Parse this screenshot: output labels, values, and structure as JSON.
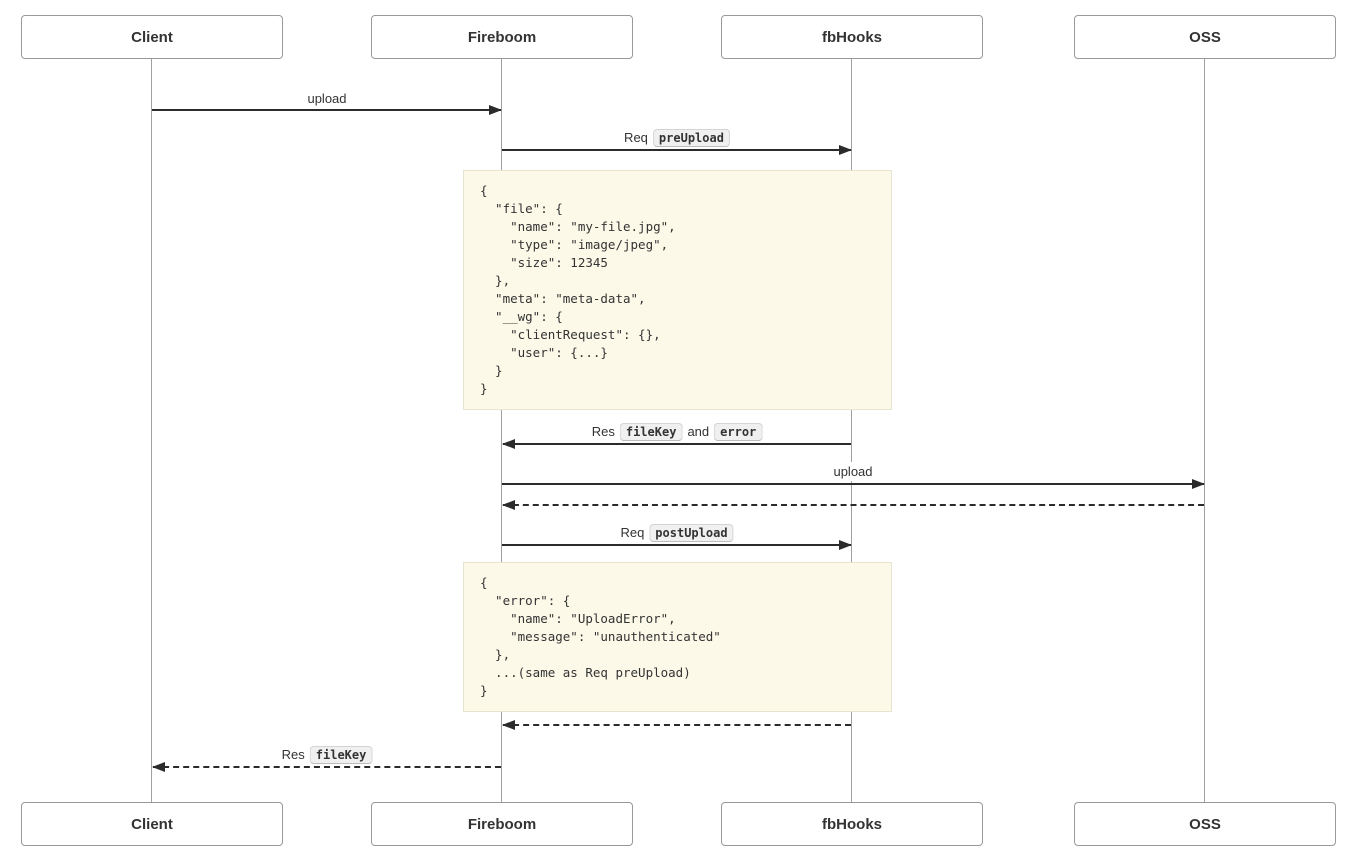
{
  "palette": {
    "background": "#ffffff",
    "actor_fill": "#ffffff",
    "actor_border": "#999999",
    "actor_text": "#333333",
    "lifeline_color": "#a0a0a0",
    "message_line_color": "#2b2b2b",
    "label_text_color": "#333333",
    "note_fill": "#fcf9e8",
    "note_border": "#e7e4cf",
    "code_badge_fill": "#f0f0f0",
    "code_badge_border": "#d4d4d4"
  },
  "diagram_type": "sequence",
  "actors": [
    {
      "label": "Client"
    },
    {
      "label": "Fireboom"
    },
    {
      "label": "fbHooks"
    },
    {
      "label": "OSS"
    }
  ],
  "messages": [
    {
      "from": "Client",
      "to": "Fireboom",
      "style": "solid",
      "label": "upload"
    },
    {
      "from": "Fireboom",
      "to": "fbHooks",
      "style": "solid",
      "prefix": "Req",
      "code": "preUpload"
    },
    {
      "from": "fbHooks",
      "to": "Fireboom",
      "style": "solid",
      "prefix": "Res",
      "code1": "fileKey",
      "conjunction": "and",
      "code2": "error"
    },
    {
      "from": "Fireboom",
      "to": "OSS",
      "style": "solid",
      "label": "upload"
    },
    {
      "from": "OSS",
      "to": "Fireboom",
      "style": "dashed",
      "label": ""
    },
    {
      "from": "Fireboom",
      "to": "fbHooks",
      "style": "solid",
      "prefix": "Req",
      "code": "postUpload"
    },
    {
      "from": "fbHooks",
      "to": "Fireboom",
      "style": "dashed",
      "label": ""
    },
    {
      "from": "Fireboom",
      "to": "Client",
      "style": "dashed",
      "prefix": "Res",
      "code": "fileKey"
    }
  ],
  "notes": [
    {
      "over": "Fireboom,fbHooks",
      "text": "{\n  \"file\": {\n    \"name\": \"my-file.jpg\",\n    \"type\": \"image/jpeg\",\n    \"size\": 12345\n  },\n  \"meta\": \"meta-data\",\n  \"__wg\": {\n    \"clientRequest\": {},\n    \"user\": {...}\n  }\n}"
    },
    {
      "over": "Fireboom,fbHooks",
      "text": "{\n  \"error\": {\n    \"name\": \"UploadError\",\n    \"message\": \"unauthenticated\"\n  },\n  ...(same as Req preUpload)\n}"
    }
  ]
}
